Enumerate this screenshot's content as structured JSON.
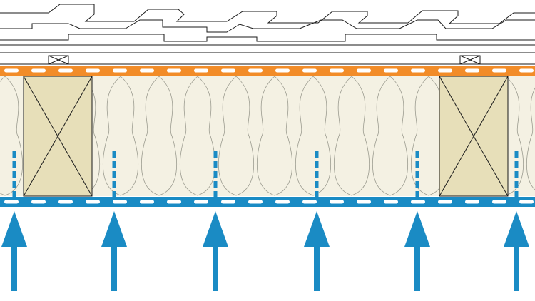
{
  "diagram": {
    "kind": "roof cross-section",
    "components": [
      {
        "id": "roof-tiles",
        "color": "#ffffff",
        "outline": "#1a1a1a"
      },
      {
        "id": "battens",
        "color": "#ffffff",
        "outline": "#1a1a1a"
      },
      {
        "id": "counter-battens",
        "color": "#ffffff",
        "outline": "#1a1a1a"
      },
      {
        "id": "upper-membrane",
        "color": "#f28c28"
      },
      {
        "id": "insulation",
        "color": "#f4f1e3",
        "outline": "#9b9b8f"
      },
      {
        "id": "rafters",
        "color": "#e7dfb9",
        "outline": "#1a1a1a"
      },
      {
        "id": "lower-membrane",
        "color": "#1a8bc4"
      },
      {
        "id": "vapor-flow-marks",
        "color": "#1a8bc4"
      },
      {
        "id": "airflow-arrows",
        "color": "#1a8bc4",
        "direction": "up",
        "count": 6
      }
    ]
  }
}
